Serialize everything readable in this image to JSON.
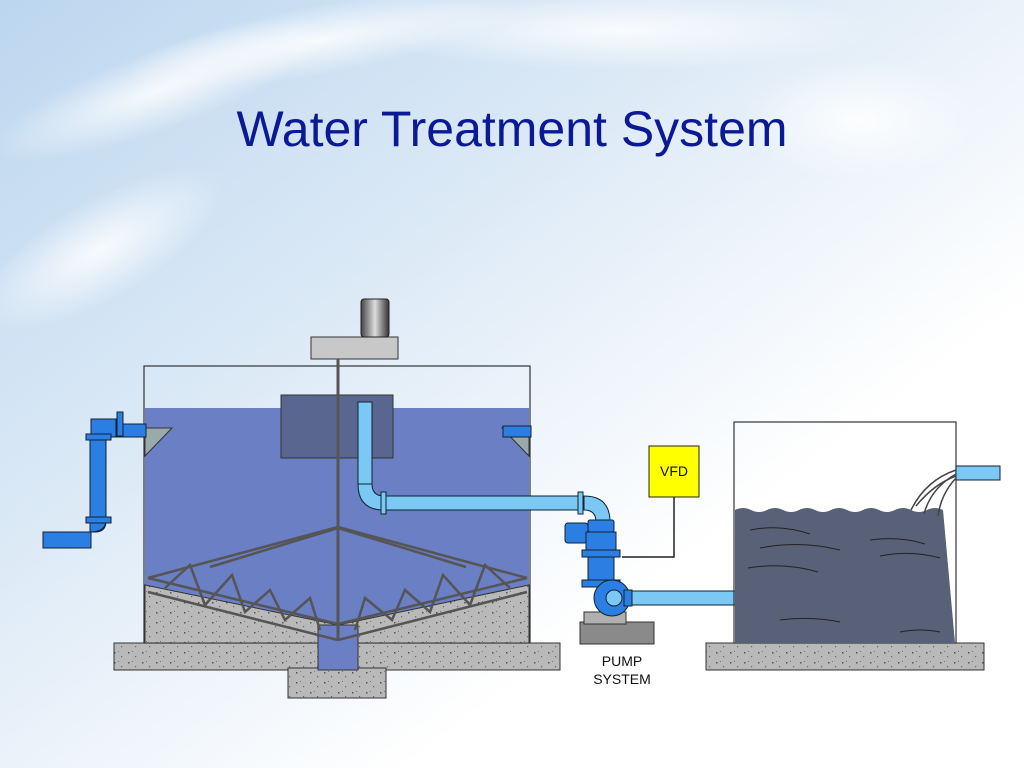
{
  "slide": {
    "title": "Water Treatment System"
  },
  "labels": {
    "vfd": "VFD",
    "pump_line1": "PUMP",
    "pump_line2": "SYSTEM"
  },
  "colors": {
    "title": "#0b1a94",
    "water_main": "#6a7fc4",
    "water_clear": "#586178",
    "pipe": "#2b7fe3",
    "pipe_light": "#7cc8f4",
    "concrete": "#b9b9b9",
    "vfd_box": "#ffff00"
  }
}
